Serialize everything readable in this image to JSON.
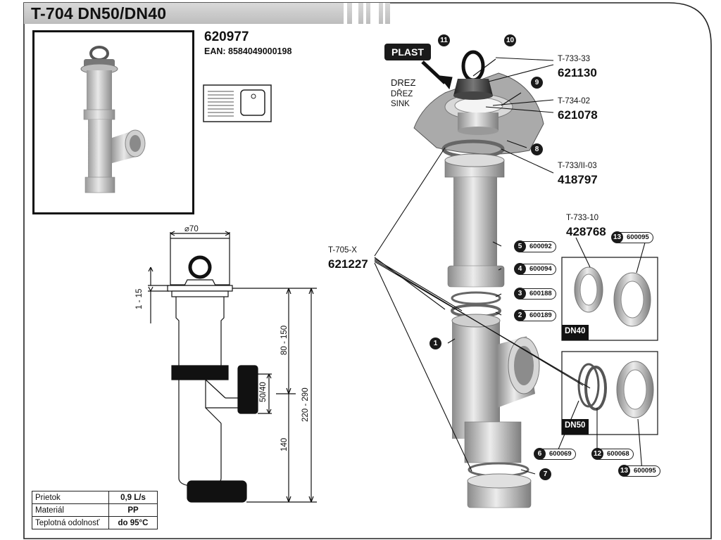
{
  "header": {
    "title": "T-704 DN50/DN40"
  },
  "product": {
    "code": "620977",
    "ean": "EAN: 8584049000198"
  },
  "dimensions": {
    "diameter": "⌀70",
    "gap": "1 - 15",
    "upper": "80 - 150",
    "outlet": "50/40",
    "total": "220 - 290",
    "lower": "140"
  },
  "specs": [
    {
      "label": "Prietok",
      "value": "0,9 L/s"
    },
    {
      "label": "Materiál",
      "value": "PP"
    },
    {
      "label": "Teplotná odolnosť",
      "value": "do 95°C"
    }
  ],
  "labels": {
    "plast": "PLAST",
    "drez": "DREZ",
    "drez_cz": "DŘEZ",
    "sink": "SINK",
    "dn40": "DN40",
    "dn50": "DN50"
  },
  "refs": {
    "t73333": {
      "name": "T-733-33",
      "code": "621130"
    },
    "t73402": {
      "name": "T-734-02",
      "code": "621078"
    },
    "t733ii": {
      "name": "T-733/II-03",
      "code": "418797"
    },
    "t73310": {
      "name": "T-733-10",
      "code": "428768"
    },
    "t705x": {
      "name": "T-705-X",
      "code": "621227"
    }
  },
  "parts": [
    {
      "num": "5",
      "code": "600092"
    },
    {
      "num": "4",
      "code": "600094"
    },
    {
      "num": "3",
      "code": "600188"
    },
    {
      "num": "2",
      "code": "600189"
    },
    {
      "num": "13",
      "code": "600095"
    },
    {
      "num": "6",
      "code": "600069"
    },
    {
      "num": "12",
      "code": "600068"
    },
    {
      "num": "13",
      "code": "600095"
    }
  ],
  "markers": [
    "11",
    "10",
    "9",
    "8",
    "1",
    "7"
  ]
}
